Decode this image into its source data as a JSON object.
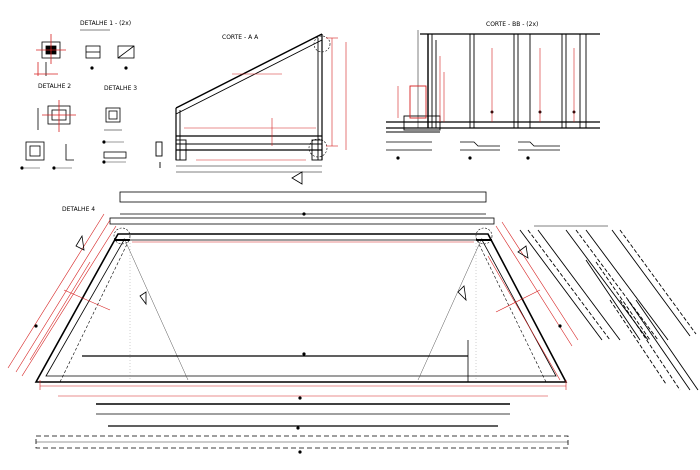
{
  "titles": {
    "detail1": "DETALHE 1 - (2x)",
    "detail2": "DETALHE 2",
    "detail3": "DETALHE 3",
    "section_aa": "CORTE - A A",
    "section_bb": "CORTE - BB - (2x)",
    "detail4": "DETALHE 4"
  },
  "colors": {
    "ink": "#000000",
    "dimension": "#d62020",
    "hidden": "#555555"
  }
}
